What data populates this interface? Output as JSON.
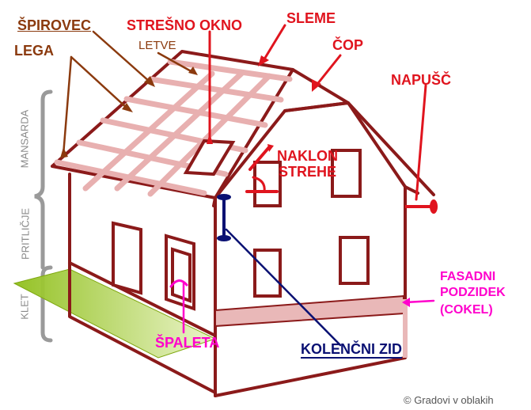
{
  "labels": {
    "spirovec": "ŠPIROVEC",
    "lega": "LEGA",
    "letve": "LETVE",
    "stresno_okno": "STREŠNO OKNO",
    "sleme": "SLEME",
    "cop": "ČOP",
    "napusc": "NAPUŠČ",
    "naklon_strehe_1": "NAKLON",
    "naklon_strehe_2": "STREHE",
    "fasadni_podzidek_1": "FASADNI",
    "fasadni_podzidek_2": "PODZIDEK",
    "fasadni_podzidek_3": "(COKEL)",
    "spaleta": "ŠPALETA",
    "kolencni_zid": "KOLENČNI ZID"
  },
  "side_labels": {
    "mansarda": "MANSARDA",
    "pritlicje": "PRITLIČJE",
    "klet": "KLET"
  },
  "copyright": "© Gradovi v oblakih",
  "colors": {
    "house_outline": "#8b1a1a",
    "red": "#e0141e",
    "brown": "#8b3a0e",
    "pink": "#ff00cc",
    "navy": "#0a1173",
    "roof_lath": "#e8b0b0",
    "basement_green": "#a6cc2a"
  }
}
